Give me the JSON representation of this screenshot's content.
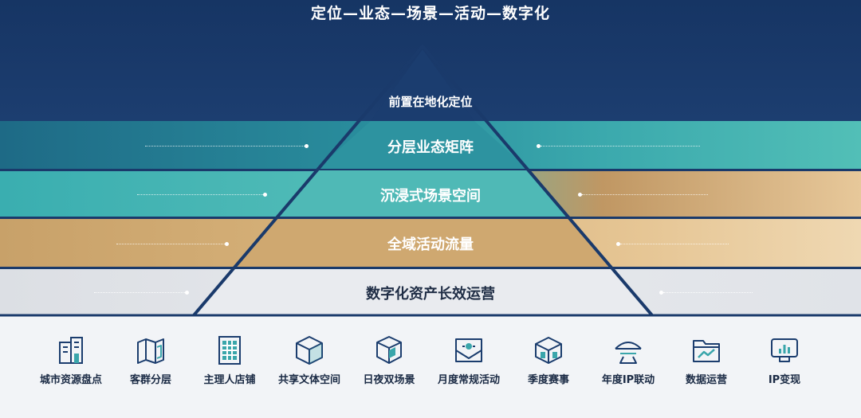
{
  "title": "定位—业态—场景—活动—数字化",
  "pyramid": {
    "top_label": "前置在地化定位",
    "levels": [
      "分层业态矩阵",
      "沉浸式场景空间",
      "全域活动流量",
      "数字化资产长效运营"
    ]
  },
  "icons": [
    {
      "label": "城市资源盘点",
      "icon": "building-icon"
    },
    {
      "label": "客群分层",
      "icon": "map-icon"
    },
    {
      "label": "主理人店铺",
      "icon": "storefront-icon"
    },
    {
      "label": "共享文体空间",
      "icon": "cube-icon"
    },
    {
      "label": "日夜双场景",
      "icon": "cube-stack-icon"
    },
    {
      "label": "月度常规活动",
      "icon": "envelope-icon"
    },
    {
      "label": "季度赛事",
      "icon": "box-icon"
    },
    {
      "label": "年度IP联动",
      "icon": "pavilion-icon"
    },
    {
      "label": "数据运营",
      "icon": "chart-folder-icon"
    },
    {
      "label": "IP变现",
      "icon": "monitor-chart-icon"
    }
  ],
  "colors": {
    "navy": "#1a3a6b",
    "teal": "#3ba9ad",
    "gold": "#d9b47c",
    "light": "#e6e8ec",
    "icon": "#1b3d6e"
  }
}
